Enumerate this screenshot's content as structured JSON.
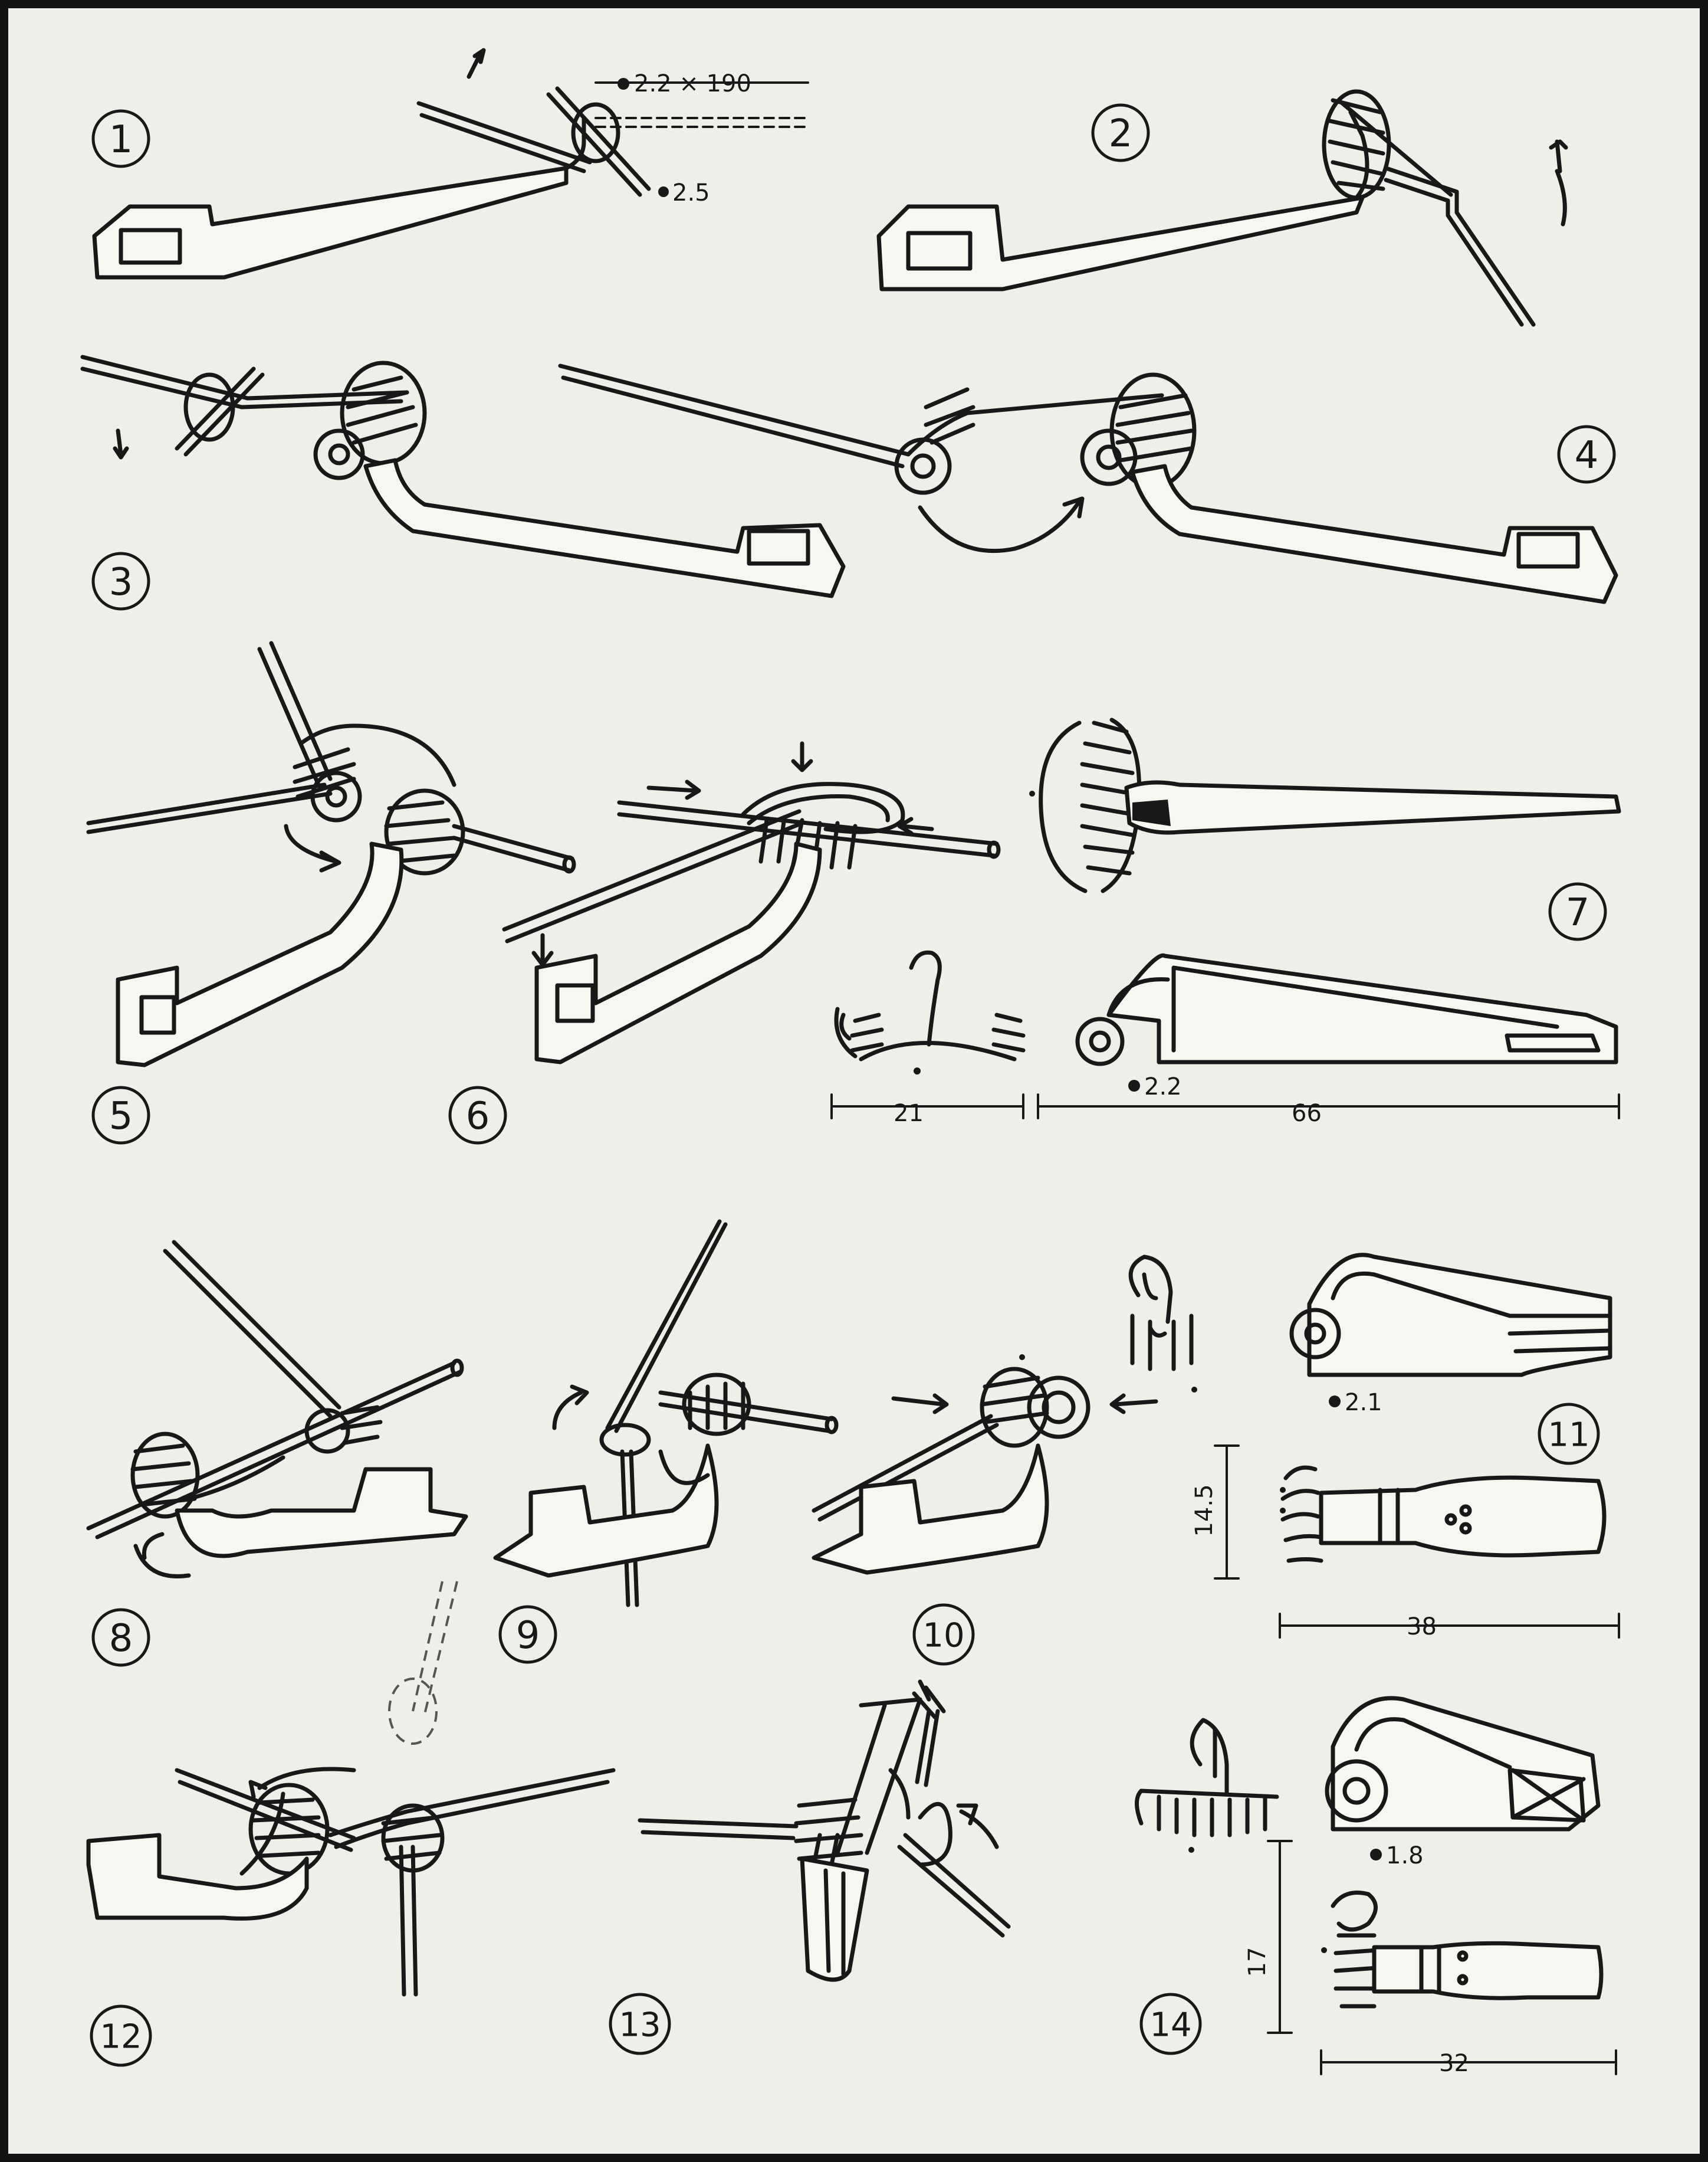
{
  "steps": [
    "1",
    "2",
    "3",
    "4",
    "5",
    "6",
    "7",
    "8",
    "9",
    "10",
    "11",
    "12",
    "13",
    "14"
  ],
  "dimensions": {
    "wire_start": "2.2 × 190",
    "wire_diameter_1": "2.5",
    "wire_diameter_7": "2.2",
    "width_7": "21",
    "length_7": "66",
    "wire_diameter_11": "2.1",
    "height_11": "14.5",
    "length_11": "38",
    "wire_diameter_14": "1.8",
    "height_14": "17",
    "length_14": "32"
  },
  "colors": {
    "ink": "#181818",
    "paper": "#efefea",
    "frame": "#121212"
  }
}
